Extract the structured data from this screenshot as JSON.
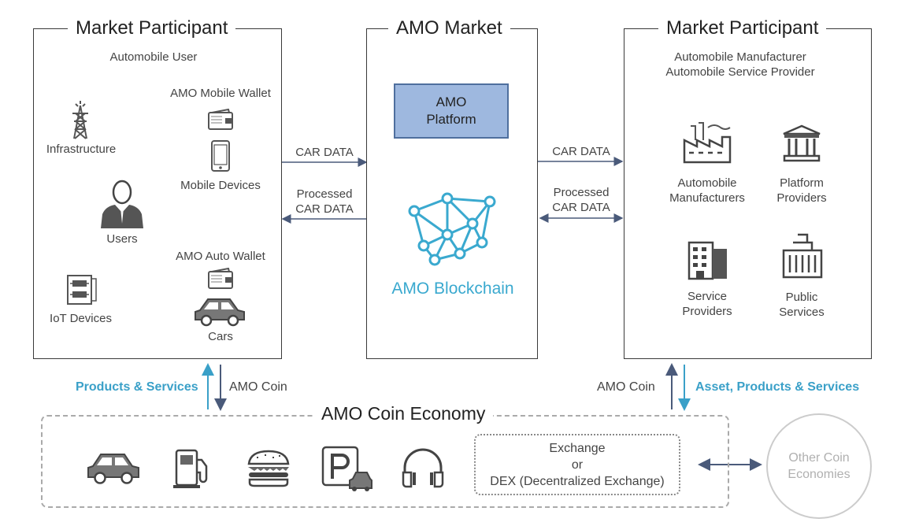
{
  "left_panel": {
    "title": "Market Participant",
    "subtitle": "Automobile User",
    "items": {
      "infrastructure": "Infrastructure",
      "mobile_wallet": "AMO Mobile Wallet",
      "mobile_devices": "Mobile Devices",
      "users": "Users",
      "auto_wallet": "AMO Auto Wallet",
      "iot_devices": "IoT Devices",
      "cars": "Cars"
    }
  },
  "center_panel": {
    "title": "AMO Market",
    "platform_line1": "AMO",
    "platform_line2": "Platform",
    "blockchain": "AMO Blockchain"
  },
  "right_panel": {
    "title": "Market Participant",
    "subtitle_line1": "Automobile Manufacturer",
    "subtitle_line2": "Automobile Service Provider",
    "items": {
      "manufacturers_line1": "Automobile",
      "manufacturers_line2": "Manufacturers",
      "platform_line1": "Platform",
      "platform_line2": "Providers",
      "service_line1": "Service",
      "service_line2": "Providers",
      "public_line1": "Public",
      "public_line2": "Services"
    }
  },
  "flows": {
    "car_data_left": "CAR DATA",
    "processed_left_line1": "Processed",
    "processed_left_line2": "CAR DATA",
    "car_data_right": "CAR DATA",
    "processed_right_line1": "Processed",
    "processed_right_line2": "CAR DATA",
    "products_services": "Products & Services",
    "amo_coin_left": "AMO Coin",
    "amo_coin_right": "AMO Coin",
    "asset_products_services": "Asset, Products & Services"
  },
  "economy": {
    "title": "AMO Coin Economy",
    "icons": [
      "car-icon",
      "fuel-pump-icon",
      "burger-icon",
      "parking-icon",
      "headphones-icon"
    ],
    "exchange_line1": "Exchange",
    "exchange_line2": "or",
    "exchange_line3": "DEX (Decentralized Exchange)",
    "other_line1": "Other Coin",
    "other_line2": "Economies"
  },
  "colors": {
    "accent_blue": "#3aa0c8",
    "platform_fill": "#9eb8df",
    "arrow_dark": "#4a5a7a",
    "icon_gray": "#555555"
  }
}
